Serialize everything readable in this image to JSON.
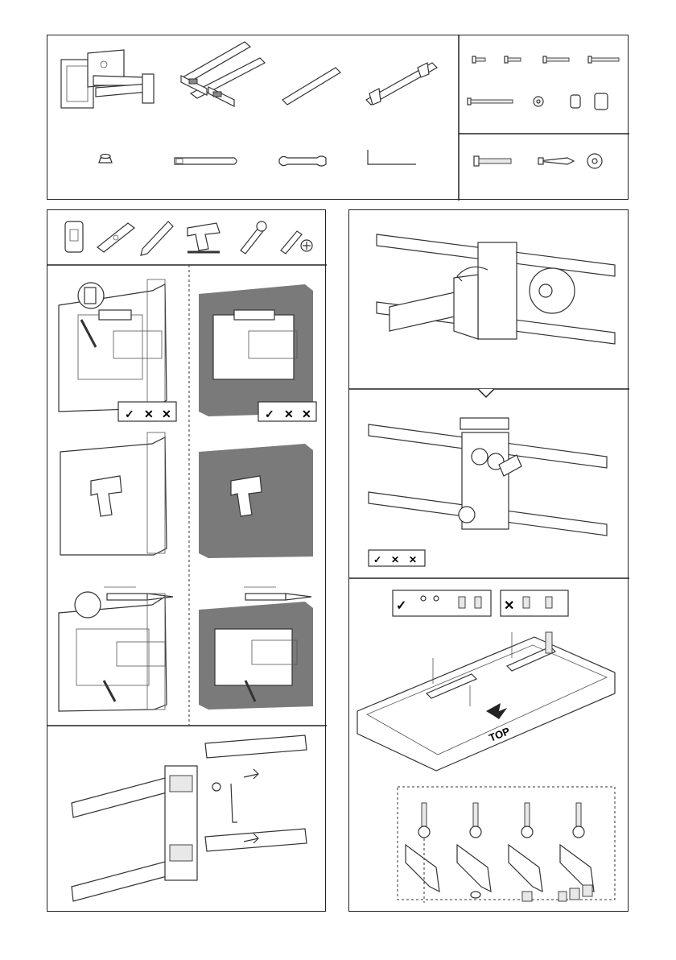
{
  "doc": {
    "top_text": "TOP",
    "checks": {
      "ok": "✓",
      "no": "✕"
    }
  },
  "parts": {
    "main_items": [
      "wall-mount-arm",
      "adapter-plate-set",
      "extension-bar",
      "vesa-rail"
    ],
    "accessories": [
      "spacer-cap",
      "strap",
      "wrench",
      "allen-key"
    ],
    "tv_screws": [
      "screw-short",
      "screw-medium",
      "screw-long",
      "screw-xlong",
      "screw-xxlong",
      "washer",
      "spacer-small",
      "spacer-large"
    ],
    "wall_hardware": [
      "lag-bolt",
      "wall-anchor",
      "flat-washer"
    ]
  },
  "tools": [
    "stud-finder-icon",
    "level-icon",
    "pencil-icon",
    "drill-icon",
    "socket-wrench-icon",
    "screwdriver-icon"
  ],
  "colors": {
    "line": "#222222",
    "wall": "#7a7a7a",
    "highlight": "#d0d0d0"
  }
}
